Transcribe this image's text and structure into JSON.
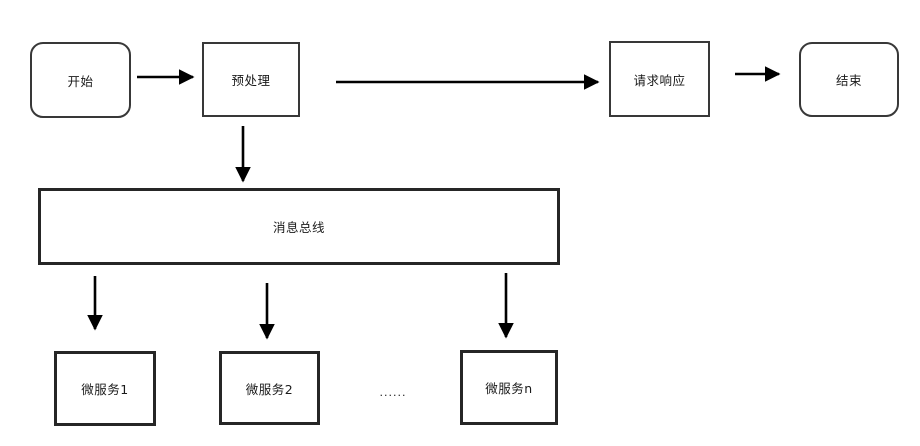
{
  "diagram": {
    "title": "microservice-request-flowchart",
    "nodes": {
      "start": "开始",
      "preprocess": "预处理",
      "request_response": "请求响应",
      "end": "结束",
      "message_bus": "消息总线",
      "microservice_1": "微服务1",
      "microservice_2": "微服务2",
      "microservice_n": "微服务n"
    },
    "ellipsis": "......",
    "edges": [
      {
        "from": "开始",
        "to": "预处理"
      },
      {
        "from": "预处理",
        "to": "请求响应"
      },
      {
        "from": "请求响应",
        "to": "结束"
      },
      {
        "from": "预处理",
        "to": "消息总线"
      },
      {
        "from": "消息总线",
        "to": "微服务1"
      },
      {
        "from": "消息总线",
        "to": "微服务2"
      },
      {
        "from": "消息总线",
        "to": "微服务n"
      }
    ],
    "colors": {
      "background": "#ffffff",
      "text": "#1a1a1a",
      "shape_border": "#383838",
      "shape_border_heavy": "#262626",
      "arrow": "#000000"
    }
  }
}
